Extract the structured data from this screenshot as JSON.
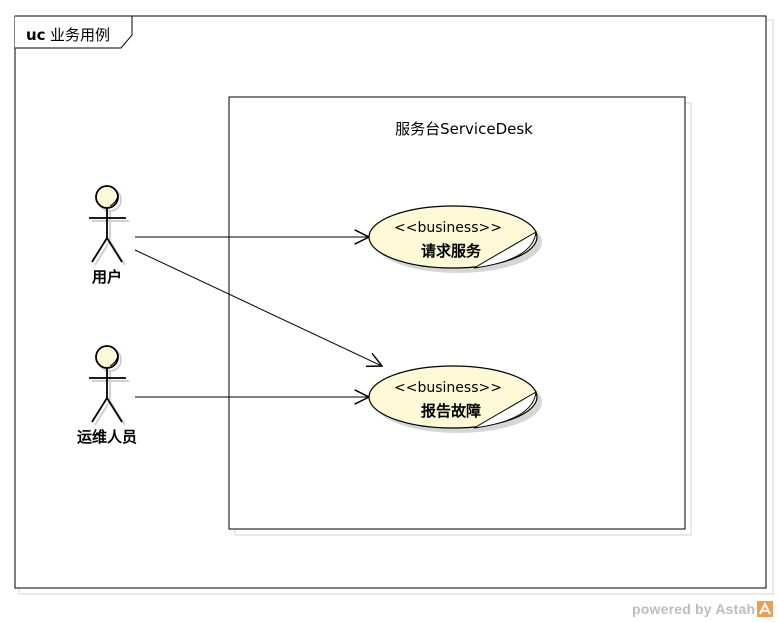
{
  "frame": {
    "keyword": "uc",
    "name": "业务用例"
  },
  "system_boundary": {
    "title": "服务台ServiceDesk"
  },
  "actors": [
    {
      "id": "user",
      "label": "用户"
    },
    {
      "id": "ops",
      "label": "运维人员"
    }
  ],
  "use_cases": [
    {
      "id": "request-service",
      "stereotype": "<<business>>",
      "label": "请求服务"
    },
    {
      "id": "report-fault",
      "stereotype": "<<business>>",
      "label": "报告故障"
    }
  ],
  "associations": [
    {
      "from": "用户",
      "to": "请求服务"
    },
    {
      "from": "用户",
      "to": "报告故障"
    },
    {
      "from": "运维人员",
      "to": "报告故障"
    }
  ],
  "colors": {
    "use_case_fill": "#fdf9d6",
    "actor_head_fill": "#fdf9d6",
    "line": "#000000",
    "shadow": "#d0d0d0",
    "watermark_text": "#bdbdbd",
    "watermark_logo": "#e8a055"
  },
  "watermark": {
    "text": "powered by Astah"
  }
}
